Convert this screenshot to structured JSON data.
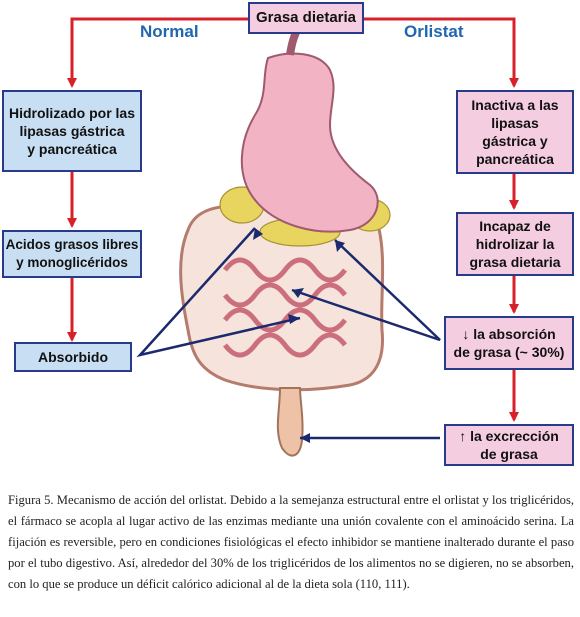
{
  "top_box": "Grasa dietaria",
  "headers": {
    "left": "Normal",
    "right": "Orlistat"
  },
  "left_boxes": [
    "Hidrolizado por las\nlipasas gástrica\ny pancreática",
    "Acidos grasos libres\ny monoglicéridos",
    "Absorbido"
  ],
  "right_boxes": [
    "Inactiva a las\nlipasas\ngástrica y\npancreática",
    "Incapaz de\nhidrolizar la\ngrasa dietaria",
    "↓ la absorción\nde grasa (~ 30%)",
    "↑ la excrección\nde grasa"
  ],
  "caption": "Figura 5. Mecanismo de acción del orlistat. Debido a la semejanza estructural entre el orlistat y los triglicéridos, el fármaco se acopla al lugar activo de las enzimas mediante una unión covalente con el aminoácido serina. La fijación es reversible, pero en condiciones fisiológicas el efecto inhibidor se mantiene inalterado durante el paso por el tubo digestivo. Así, alrededor del 30% de los triglicéridos de los alimentos no se digieren, no se absorben, con lo que se produce un déficit calórico adicional al de la dieta sola (110, 111).",
  "colors": {
    "arrow_red": "#d8202a",
    "pointer_navy": "#1b2a6e",
    "header_blue": "#2166b0",
    "box_blue": "#c8def2",
    "box_pink": "#f5cde0"
  }
}
